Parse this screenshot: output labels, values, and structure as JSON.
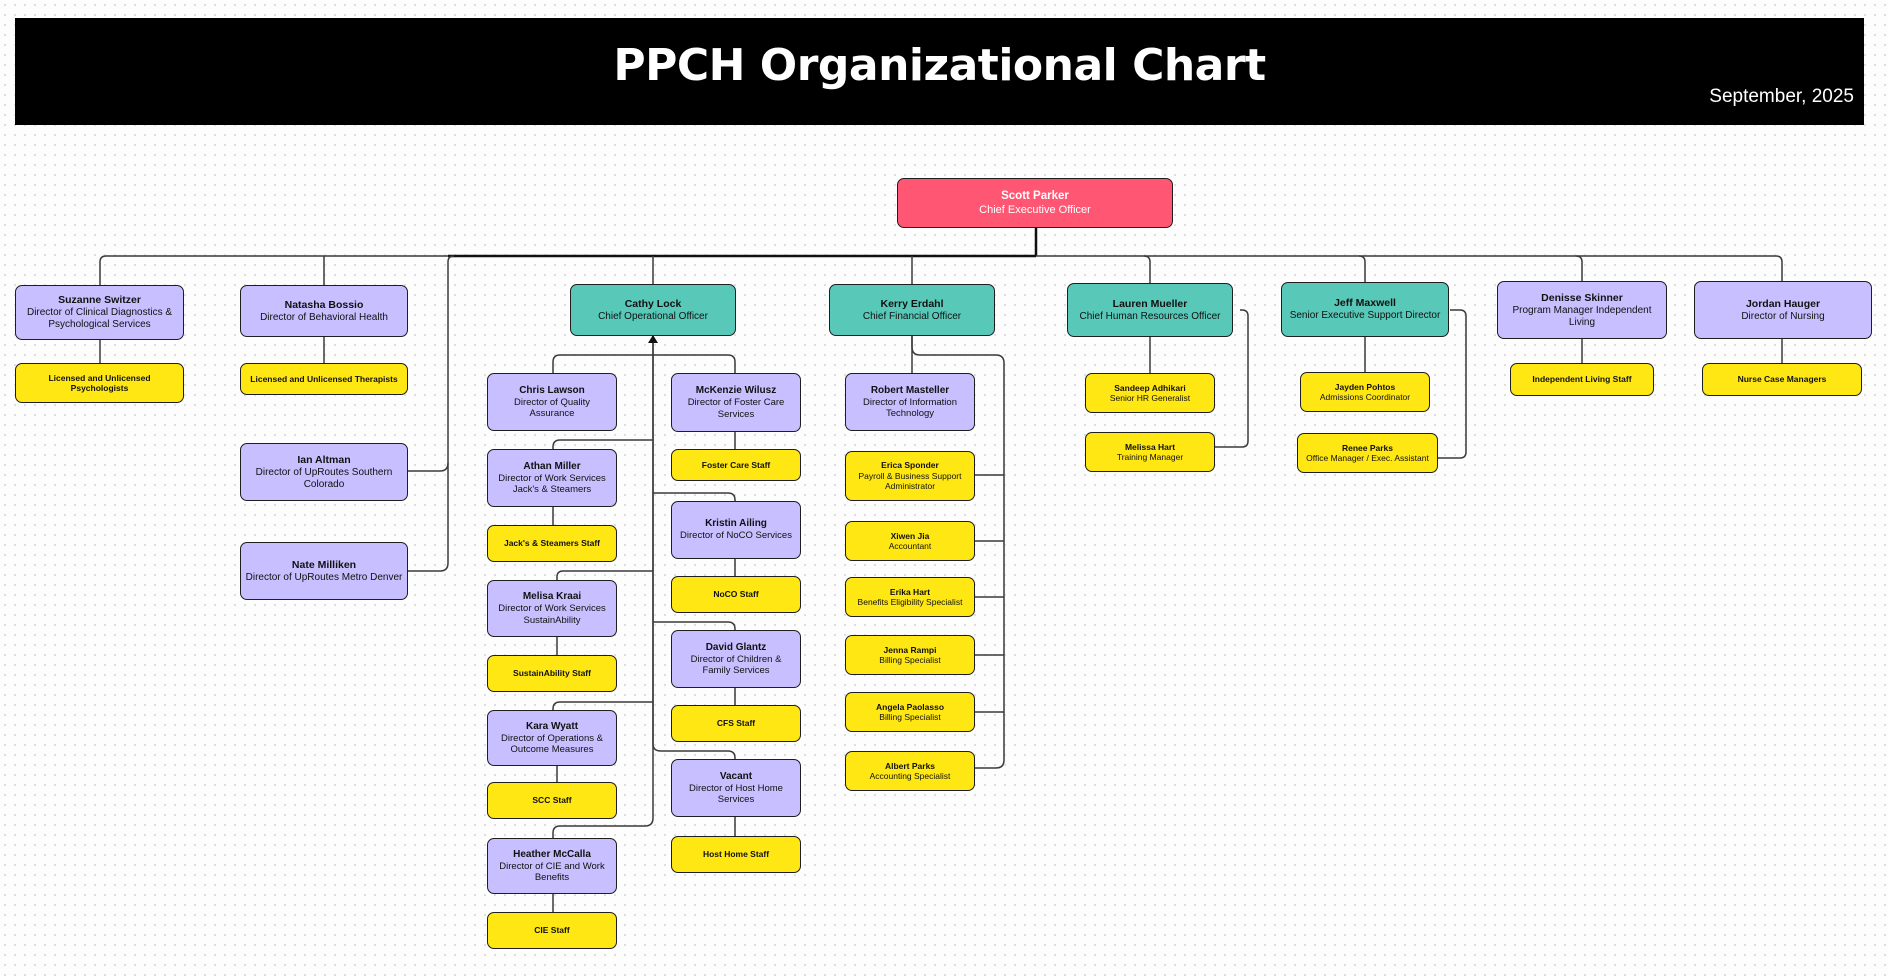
{
  "header": {
    "title": "PPCH Organizational Chart",
    "date": "September, 2025"
  },
  "nodes": {
    "ceo": {
      "name": "Scott Parker",
      "title": "Chief Executive Officer"
    },
    "switzer": {
      "name": "Suzanne Switzer",
      "title": "Director of Clinical Diagnostics & Psychological Services"
    },
    "switzer_staff": {
      "name": "Licensed and Unlicensed Psychologists"
    },
    "bossio": {
      "name": "Natasha Bossio",
      "title": "Director of Behavioral Health"
    },
    "bossio_staff": {
      "name": "Licensed and Unlicensed Therapists"
    },
    "altman": {
      "name": "Ian Altman",
      "title": "Director of UpRoutes Southern Colorado"
    },
    "milliken": {
      "name": "Nate Milliken",
      "title": "Director of UpRoutes Metro Denver"
    },
    "lock": {
      "name": "Cathy Lock",
      "title": "Chief Operational Officer"
    },
    "lawson": {
      "name": "Chris Lawson",
      "title": "Director of Quality Assurance"
    },
    "miller": {
      "name": "Athan Miller",
      "title": "Director of Work Services Jack's & Steamers"
    },
    "miller_staff": {
      "name": "Jack's & Steamers Staff"
    },
    "kraai": {
      "name": "Melisa Kraai",
      "title": "Director of Work Services SustainAbility"
    },
    "kraai_staff": {
      "name": "SustainAbility Staff"
    },
    "wyatt": {
      "name": "Kara Wyatt",
      "title": "Director of Operations & Outcome Measures"
    },
    "wyatt_staff": {
      "name": "SCC Staff"
    },
    "mccalla": {
      "name": "Heather McCalla",
      "title": "Director of CIE and Work Benefits"
    },
    "mccalla_staff": {
      "name": "CIE Staff"
    },
    "wilusz": {
      "name": "McKenzie Wilusz",
      "title": "Director of Foster Care Services"
    },
    "wilusz_staff": {
      "name": "Foster Care Staff"
    },
    "ailing": {
      "name": "Kristin Ailing",
      "title": "Director of NoCO Services"
    },
    "ailing_staff": {
      "name": "NoCO Staff"
    },
    "glantz": {
      "name": "David Glantz",
      "title": "Director of Children & Family Services"
    },
    "glantz_staff": {
      "name": "CFS Staff"
    },
    "vacant": {
      "name": "Vacant",
      "title": "Director of Host Home Services"
    },
    "vacant_staff": {
      "name": "Host Home Staff"
    },
    "erdahl": {
      "name": "Kerry Erdahl",
      "title": "Chief Financial Officer"
    },
    "masteller": {
      "name": "Robert Masteller",
      "title": "Director of Information Technology"
    },
    "sponder": {
      "name": "Erica Sponder",
      "title": "Payroll & Business Support Administrator"
    },
    "jia": {
      "name": "Xiwen Jia",
      "title": "Accountant"
    },
    "hart_e": {
      "name": "Erika Hart",
      "title": "Benefits Eligibility Specialist"
    },
    "rampi": {
      "name": "Jenna Rampi",
      "title": "Billing Specialist"
    },
    "paolasso": {
      "name": "Angela Paolasso",
      "title": "Billing Specialist"
    },
    "parks_a": {
      "name": "Albert Parks",
      "title": "Accounting Specialist"
    },
    "mueller": {
      "name": "Lauren Mueller",
      "title": "Chief Human Resources Officer"
    },
    "adhikari": {
      "name": "Sandeep Adhikari",
      "title": "Senior HR Generalist"
    },
    "hart_m": {
      "name": "Melissa Hart",
      "title": "Training Manager"
    },
    "maxwell": {
      "name": "Jeff Maxwell",
      "title": "Senior Executive Support Director"
    },
    "pohtos": {
      "name": "Jayden Pohtos",
      "title": "Admissions Coordinator"
    },
    "parks_r": {
      "name": "Renee Parks",
      "title": "Office Manager / Exec. Assistant"
    },
    "skinner": {
      "name": "Denisse Skinner",
      "title": "Program Manager Independent Living"
    },
    "skinner_staff": {
      "name": "Independent Living Staff"
    },
    "hauger": {
      "name": "Jordan Hauger",
      "title": "Director of Nursing"
    },
    "hauger_staff": {
      "name": "Nurse Case Managers"
    }
  },
  "colors": {
    "executive": "#ff5773",
    "chief": "#58c8b8",
    "director": "#c7bfff",
    "staff": "#ffe713",
    "connector": "#3a3a3a"
  }
}
